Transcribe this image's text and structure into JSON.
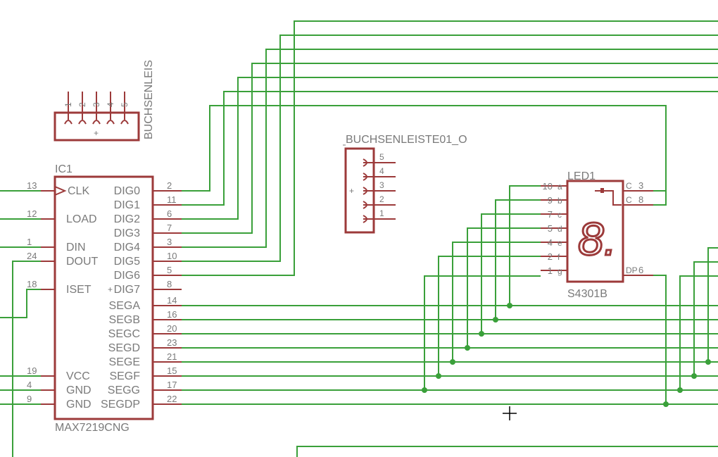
{
  "parts": {
    "ic1": {
      "name": "IC1",
      "value": "MAX7219CNG",
      "left_pins": [
        {
          "num": "13",
          "label": "CLK"
        },
        {
          "num": "12",
          "label": "LOAD"
        },
        {
          "num": "1",
          "label": "DIN"
        },
        {
          "num": "24",
          "label": "DOUT"
        },
        {
          "num": "18",
          "label": "ISET"
        },
        {
          "num": "19",
          "label": "VCC"
        },
        {
          "num": "4",
          "label": "GND"
        },
        {
          "num": "9",
          "label": "GND"
        }
      ],
      "right_pins": [
        {
          "num": "2",
          "label": "DIG0"
        },
        {
          "num": "11",
          "label": "DIG1"
        },
        {
          "num": "6",
          "label": "DIG2"
        },
        {
          "num": "7",
          "label": "DIG3"
        },
        {
          "num": "3",
          "label": "DIG4"
        },
        {
          "num": "10",
          "label": "DIG5"
        },
        {
          "num": "5",
          "label": "DIG6"
        },
        {
          "num": "8",
          "label": "DIG7"
        },
        {
          "num": "14",
          "label": "SEGA"
        },
        {
          "num": "16",
          "label": "SEGB"
        },
        {
          "num": "20",
          "label": "SEGC"
        },
        {
          "num": "23",
          "label": "SEGD"
        },
        {
          "num": "21",
          "label": "SEGE"
        },
        {
          "num": "15",
          "label": "SEGF"
        },
        {
          "num": "17",
          "label": "SEGG"
        },
        {
          "num": "22",
          "label": "SEGDP"
        }
      ]
    },
    "header_top": {
      "name": "BUCHSENLEIS",
      "pins": [
        "1",
        "2",
        "3",
        "4",
        "5"
      ],
      "plus": "+"
    },
    "header_mid": {
      "name": "BUCHSENLEISTE01_O",
      "pins": [
        "5",
        "4",
        "3",
        "2",
        "1"
      ],
      "plus": "+"
    },
    "led1": {
      "name": "LED1",
      "value": "S4301B",
      "digit": "8.",
      "left_pins": [
        {
          "num": "10",
          "label": "a"
        },
        {
          "num": "9",
          "label": "b"
        },
        {
          "num": "7",
          "label": "c"
        },
        {
          "num": "5",
          "label": "d"
        },
        {
          "num": "4",
          "label": "e"
        },
        {
          "num": "2",
          "label": "f"
        },
        {
          "num": "1",
          "label": "g"
        }
      ],
      "right_pins": [
        {
          "num": "3",
          "label": "C"
        },
        {
          "num": "8",
          "label": "C"
        },
        {
          "num": "6",
          "label": "DP"
        }
      ]
    }
  },
  "colors": {
    "component": "#9c3a3a",
    "net": "#3aa03a",
    "text": "#7a7a7a",
    "background": "#ffffff"
  }
}
